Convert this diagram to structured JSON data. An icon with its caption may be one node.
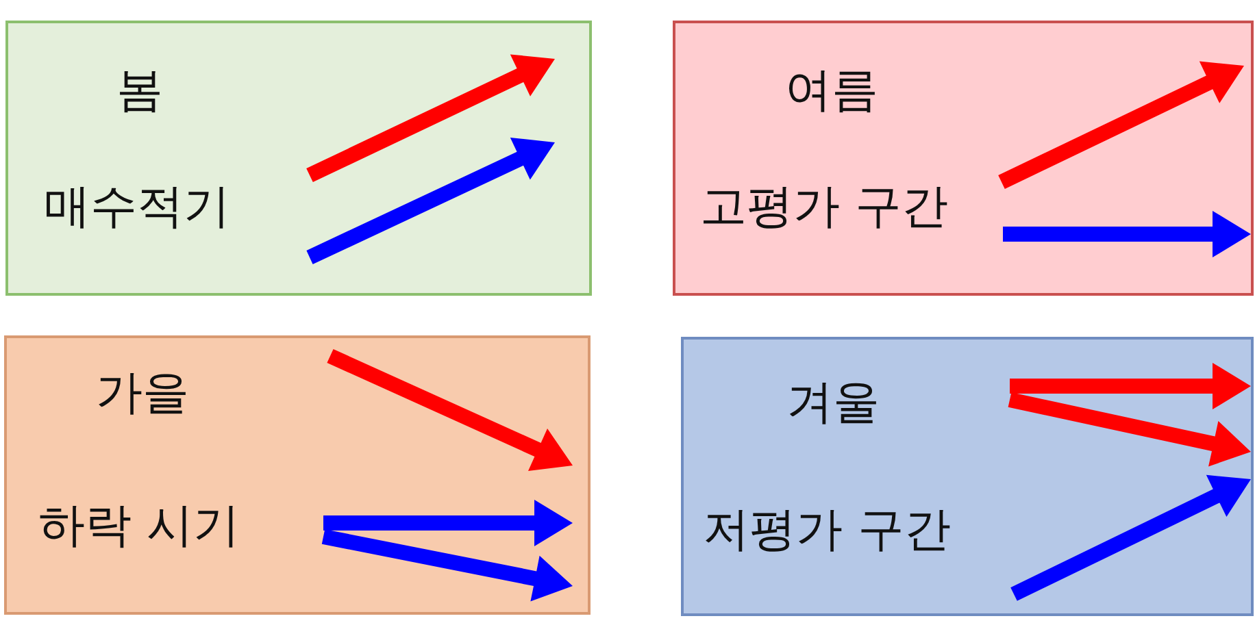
{
  "diagram": {
    "nodes": [
      {
        "text": [
          "봄",
          "매수적기"
        ]
      },
      {
        "text": [
          "여름",
          "고평가 구간"
        ]
      },
      {
        "text": [
          "가을",
          "하락 시기"
        ]
      },
      {
        "text": [
          "겨울",
          "저평가 구간"
        ]
      }
    ]
  }
}
